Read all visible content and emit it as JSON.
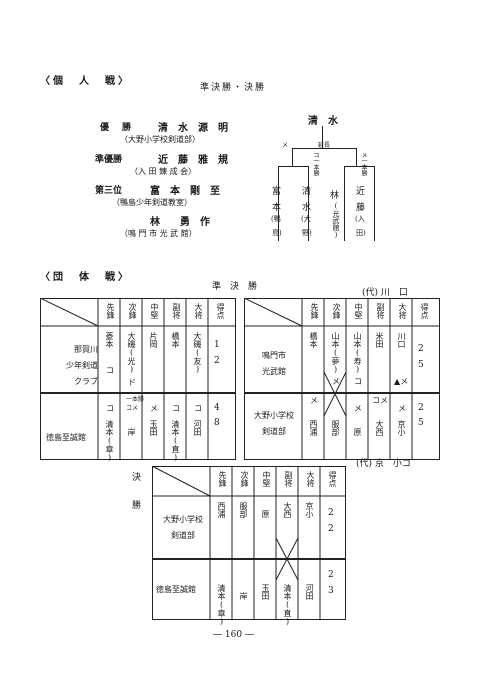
{
  "individual": {
    "header": "〈個　人　戦〉",
    "stage": "準決勝・決勝",
    "results": [
      {
        "rank": "優　勝",
        "name": "清　水　源　明",
        "org": "（大野小学校剣道部）"
      },
      {
        "rank": "準優勝",
        "name": "近　藤　雅　規",
        "org": "（入 田 錬 成 会）"
      },
      {
        "rank": "第三位",
        "name": "富　本　剛　至",
        "org": "（鴨島少年剣道教室）"
      },
      {
        "rank": "",
        "name": "林　　勇　作",
        "org": "（鳴 門 市 光 武 館）"
      }
    ],
    "bracket": {
      "champion": "清　水",
      "overtime": "延長",
      "p1": "富",
      "p1b": "本",
      "p1c": "(鴨",
      "p1d": "島)",
      "p2": "清",
      "p2b": "水",
      "p2c": "(大",
      "p2d": "野)",
      "p3": "林",
      "p3b": "(光武館)",
      "p4": "近",
      "p4b": "藤",
      "p4c": "(入",
      "p4d": "田)",
      "m1": "メ",
      "m2": "コ一本勝",
      "m3": "メ一本勝"
    }
  },
  "team": {
    "header": "〈団　体　戦〉",
    "semifinal": "準　決　勝",
    "final_label": [
      "決",
      "勝"
    ],
    "rep1": "(代) 川　口",
    "rep2": "(代) 京　小コ",
    "positions": [
      "先鋒",
      "次鋒",
      "中堅",
      "副将",
      "大将",
      "得点"
    ],
    "semi_left": {
      "team_a": "那賀川\n少年剣道\nクラブ",
      "team_b": "徳島至誠館",
      "a_names": [
        "菱本",
        "大磯(光)",
        "片岡",
        "橋本",
        "大磯(友)"
      ],
      "a_marks": [
        "コ",
        "ド",
        "",
        "",
        ""
      ],
      "b_marks": [
        "コ",
        "一本勝\nコメ",
        "メ",
        "コ",
        "コ"
      ],
      "b_names": [
        "清本(章)",
        "岸",
        "玉田",
        "清本(直)",
        "河田"
      ],
      "score_a": "1",
      "score_a2": "2",
      "score_b": "4",
      "score_b2": "8"
    },
    "semi_right": {
      "team_a": "鳴門市\n光武館",
      "team_b": "大野小学校\n剣道部",
      "a_names": [
        "橋本",
        "山本(夢)",
        "山本(寿)",
        "米田",
        "川口"
      ],
      "a_marks": [
        "",
        "メ",
        "コ",
        "",
        "▲メ"
      ],
      "b_marks": [
        "メ",
        "",
        "メ",
        "コメ",
        "メ"
      ],
      "b_names": [
        "西浦",
        "服部",
        "原",
        "大西",
        "京小"
      ],
      "score_a": "2",
      "score_a2": "5",
      "score_b": "2",
      "score_b2": "5"
    },
    "final": {
      "team_a": "大野小学校\n剣道部",
      "team_b": "徳島至誠館",
      "a_names": [
        "西浦",
        "服部",
        "原",
        "大西",
        "京小"
      ],
      "b_names": [
        "清本(章)",
        "岸",
        "玉田",
        "清本(直)",
        "河田"
      ],
      "score_a": "2",
      "score_a2": "2",
      "score_b": "2",
      "score_b2": "3"
    }
  },
  "page_number": "― 160 ―"
}
